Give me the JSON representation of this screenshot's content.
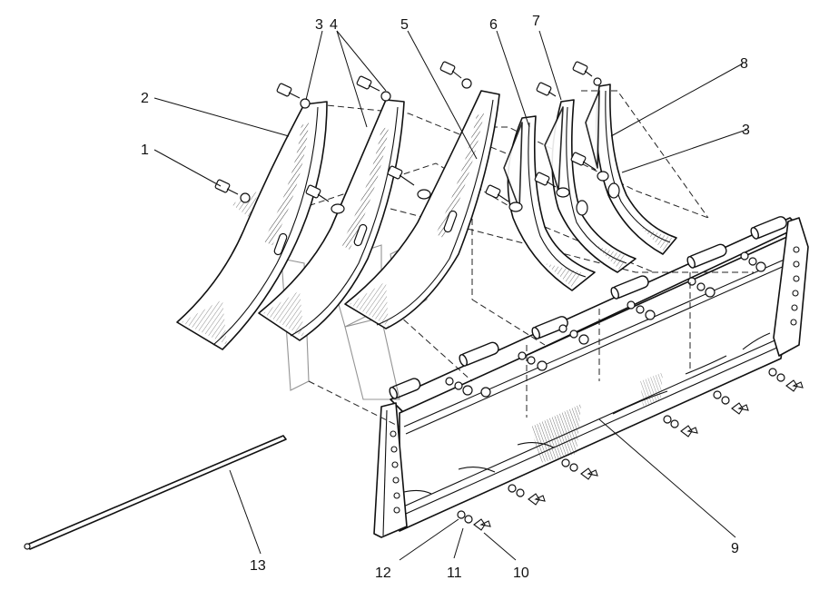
{
  "labels": {
    "l1": "1",
    "l2": "2",
    "l3a": "3",
    "l4": "4",
    "l5": "5",
    "l6": "6",
    "l7": "7",
    "l8": "8",
    "l3b": "3",
    "l9": "9",
    "l10": "10",
    "l11": "11",
    "l12": "12",
    "l13": "13"
  }
}
